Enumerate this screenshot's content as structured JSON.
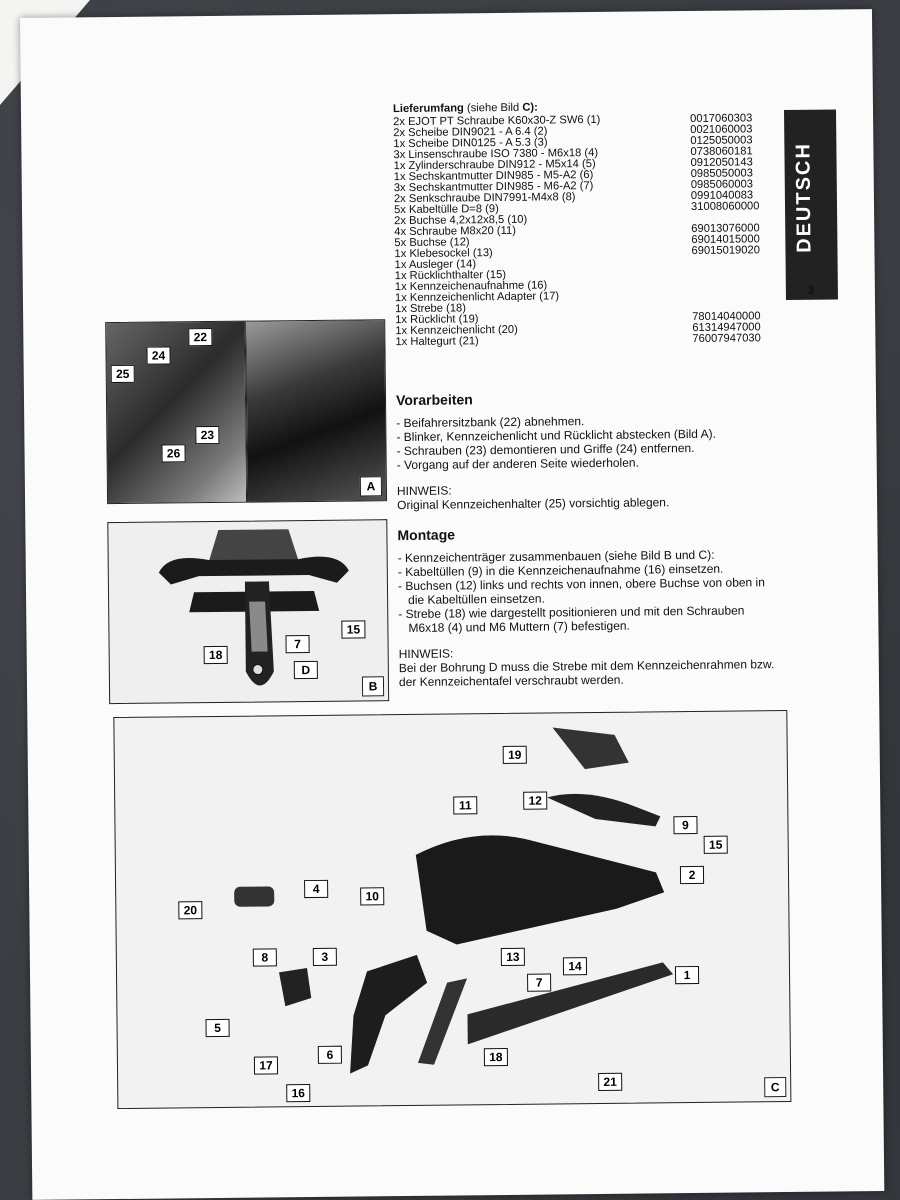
{
  "tab": {
    "language": "DEUTSCH",
    "page_number": "3"
  },
  "parts": {
    "heading_bold": "Lieferumfang",
    "heading_rest": " (siehe Bild ",
    "heading_ref": "C",
    "heading_end": "):",
    "items": [
      {
        "text": "2x EJOT PT Schraube K60x30-Z SW6 (1)",
        "number": "0017060303"
      },
      {
        "text": "2x Scheibe DIN9021 - A 6.4 (2)",
        "number": "0021060003"
      },
      {
        "text": "1x Scheibe DIN0125 - A 5.3 (3)",
        "number": "0125050003"
      },
      {
        "text": "3x Linsenschraube ISO 7380 - M6x18 (4)",
        "number": "0738060181"
      },
      {
        "text": "1x Zylinderschraube DIN912 - M5x14 (5)",
        "number": "0912050143"
      },
      {
        "text": "1x Sechskantmutter DIN985 - M5-A2 (6)",
        "number": "0985050003"
      },
      {
        "text": "3x Sechskantmutter DIN985 - M6-A2 (7)",
        "number": "0985060003"
      },
      {
        "text": "2x Senkschraube DIN7991-M4x8 (8)",
        "number": "0991040083"
      },
      {
        "text": "5x Kabeltülle D=8 (9)",
        "number": "31008060000"
      },
      {
        "text": "2x Buchse 4,2x12x8,5 (10)",
        "number": ""
      },
      {
        "text": "4x Schraube M8x20 (11)",
        "number": "69013076000"
      },
      {
        "text": "5x Buchse (12)",
        "number": "69014015000"
      },
      {
        "text": "1x Klebesockel (13)",
        "number": "69015019020"
      },
      {
        "text": "1x Ausleger (14)",
        "number": ""
      },
      {
        "text": "1x Rücklichthalter (15)",
        "number": ""
      },
      {
        "text": "1x Kennzeichenaufnahme (16)",
        "number": ""
      },
      {
        "text": "1x Kennzeichenlicht Adapter (17)",
        "number": ""
      },
      {
        "text": "1x Strebe (18)",
        "number": ""
      },
      {
        "text": "1x Rücklicht (19)",
        "number": "78014040000"
      },
      {
        "text": "1x Kennzeichenlicht (20)",
        "number": "61314947000"
      },
      {
        "text": "1x Haltegurt (21)",
        "number": "76007947030"
      }
    ]
  },
  "vorarbeiten": {
    "title": "Vorarbeiten",
    "steps": [
      "- Beifahrersitzbank (22) abnehmen.",
      "- Blinker, Kennzeichenlicht und Rücklicht abstecken (Bild A).",
      "- Schrauben (23) demontieren und Griffe (24) entfernen.",
      "- Vorgang auf der anderen Seite wiederholen."
    ],
    "note_label": "HINWEIS:",
    "note_text": "Original Kennzeichenhalter (25) vorsichtig ablegen."
  },
  "montage": {
    "title": "Montage",
    "steps": [
      "- Kennzeichenträger zusammenbauen (siehe Bild B und C):",
      "- Kabeltüllen (9) in die Kennzeichenaufnahme (16) einsetzen.",
      "- Buchsen (12) links und rechts von innen, obere Buchse von oben in die Kabeltüllen einsetzen.",
      "- Strebe (18) wie dargestellt positionieren und mit den Schrauben M6x18 (4) und M6 Muttern (7) befestigen."
    ],
    "note_label": "HINWEIS:",
    "note_text": "Bei der Bohrung D muss die Strebe mit dem Kennzeichenrahmen bzw. der Kennzeichentafel verschraubt werden."
  },
  "figure_a": {
    "letter": "A",
    "callouts": [
      "22",
      "24",
      "25",
      "23",
      "26"
    ]
  },
  "figure_b": {
    "letter": "B",
    "callouts": [
      "15",
      "7",
      "18",
      "D"
    ]
  },
  "figure_c": {
    "letter": "C",
    "callouts": [
      "19",
      "12",
      "11",
      "9",
      "15",
      "2",
      "20",
      "4",
      "10",
      "3",
      "8",
      "13",
      "14",
      "7",
      "1",
      "5",
      "17",
      "6",
      "18",
      "21",
      "16"
    ]
  }
}
